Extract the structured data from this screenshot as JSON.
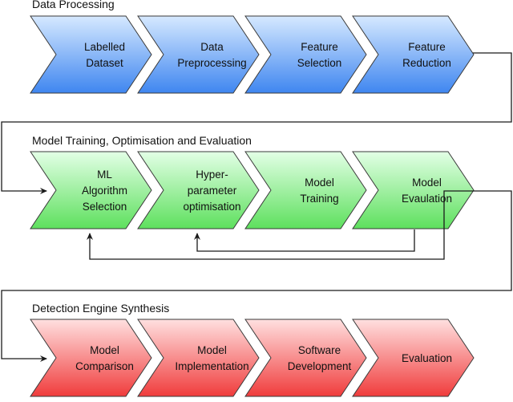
{
  "sections": [
    {
      "title": "Data Processing",
      "steps": [
        {
          "lines": [
            "Labelled",
            "Dataset"
          ]
        },
        {
          "lines": [
            "Data",
            "Preprocessing"
          ]
        },
        {
          "lines": [
            "Feature",
            "Selection"
          ]
        },
        {
          "lines": [
            "Feature",
            "Reduction"
          ]
        }
      ]
    },
    {
      "title": "Model Training, Optimisation and Evaluation",
      "steps": [
        {
          "lines": [
            "ML",
            "Algorithm",
            "Selection"
          ]
        },
        {
          "lines": [
            "Hyper-",
            "parameter",
            "optimisation"
          ]
        },
        {
          "lines": [
            "Model",
            "Training"
          ]
        },
        {
          "lines": [
            "Model",
            "Evaulation"
          ]
        }
      ]
    },
    {
      "title": "Detection Engine Synthesis",
      "steps": [
        {
          "lines": [
            "Model",
            "Comparison"
          ]
        },
        {
          "lines": [
            "Model",
            "Implementation"
          ]
        },
        {
          "lines": [
            "Software",
            "Development"
          ]
        },
        {
          "lines": [
            "Evaluation"
          ]
        }
      ]
    }
  ],
  "colors": {
    "blue": {
      "light": "#d6e9ff",
      "dark": "#3f86f0",
      "stroke": "#3a3a3a"
    },
    "green": {
      "light": "#e3ffe6",
      "dark": "#5ee05e",
      "stroke": "#3a3a3a"
    },
    "red": {
      "light": "#ffe0e0",
      "dark": "#f03c3c",
      "stroke": "#3a3a3a"
    },
    "connector": "#1a1a1a"
  }
}
